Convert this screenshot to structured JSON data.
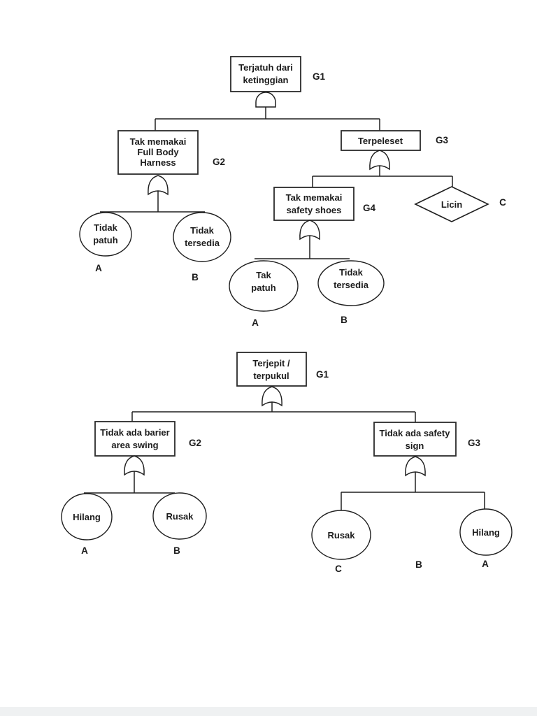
{
  "page": {
    "background": "#ffffff",
    "ink_color": "#1f1f1f",
    "bottom_strip_color": "#eff1f2"
  },
  "tree1": {
    "title_semantic": "fault-tree-terjatuh-dari-ketinggian",
    "g1": {
      "line1": "Terjatuh dari",
      "line2": "ketinggian",
      "label": "G1",
      "gate": "AND"
    },
    "g2": {
      "line1": "Tak memakai",
      "line2": "Full Body",
      "line3": "Harness",
      "label": "G2",
      "gate": "OR"
    },
    "g3": {
      "line1": "Terpeleset",
      "label": "G3",
      "gate": "OR"
    },
    "g4": {
      "line1": "Tak memakai",
      "line2": "safety shoes",
      "label": "G4",
      "gate": "OR"
    },
    "e_tidak_patuh": {
      "line1": "Tidak",
      "line2": "patuh",
      "label": "A"
    },
    "e_tidak_tersedia": {
      "line1": "Tidak",
      "line2": "tersedia",
      "label": "B"
    },
    "e_tak_patuh": {
      "line1": "Tak",
      "line2": "patuh",
      "label": "A"
    },
    "e_tidak_tersedia2": {
      "line1": "Tidak",
      "line2": "tersedia",
      "label": "B"
    },
    "c_licin": {
      "text": "Licin",
      "label": "C"
    }
  },
  "tree2": {
    "title_semantic": "fault-tree-terjepit-terpukul",
    "g1": {
      "line1": "Terjepit /",
      "line2": "terpukul",
      "label": "G1",
      "gate": "OR"
    },
    "g2": {
      "line1": "Tidak ada barier",
      "line2": "area swing",
      "label": "G2",
      "gate": "OR"
    },
    "g3": {
      "line1": "Tidak ada safety",
      "line2": "sign",
      "label": "G3",
      "gate": "OR"
    },
    "e_hilang": {
      "text": "Hilang",
      "label": "A"
    },
    "e_rusak": {
      "text": "Rusak",
      "label": "B"
    },
    "e_rusak2": {
      "text": "Rusak",
      "label": "C"
    },
    "e_hilang2": {
      "text": "Hilang",
      "label": "A"
    },
    "floating_label": "B"
  }
}
